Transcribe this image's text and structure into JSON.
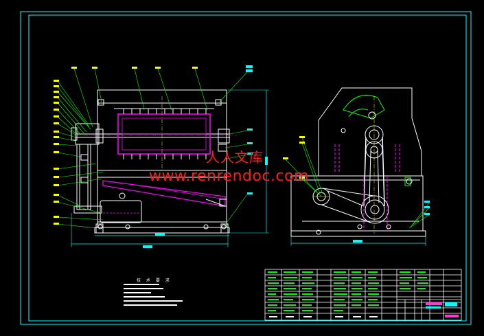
{
  "watermark": {
    "cn_text": "人人文库",
    "url_text": "www.renrendoc.com",
    "color": "#ff1a1a"
  },
  "notes": {
    "title": "技 术 要 求"
  },
  "colors": {
    "background": "#000000",
    "frame": "#00ffff",
    "geometry": "#ffffff",
    "leaders": "#00ff00",
    "hidden": "#ff00ff",
    "dimension": "#00ffff",
    "center": "#ffff00"
  }
}
